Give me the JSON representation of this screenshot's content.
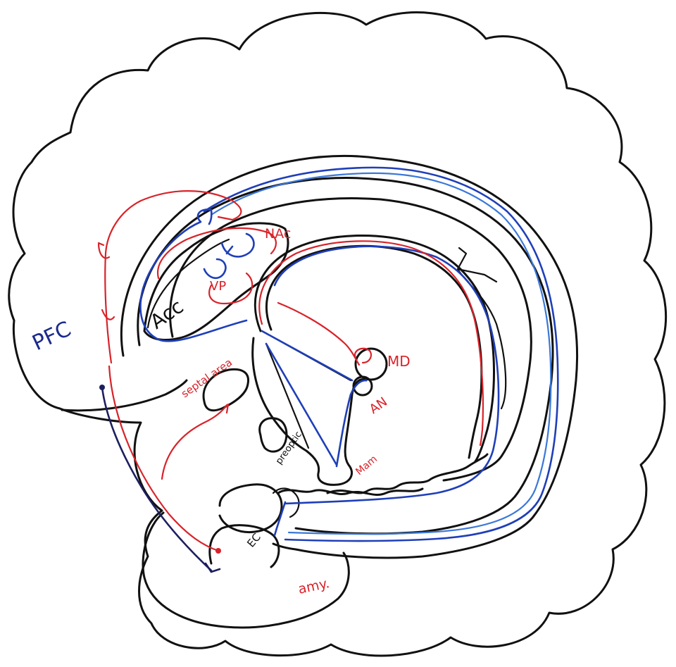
{
  "labels": {
    "pfc": "PFC",
    "acc": "Acc",
    "nac": "NAc",
    "vp": "VP",
    "septal": "septal area",
    "md": "MD",
    "an": "AN",
    "mam": "Mam",
    "preoptic": "preoptic",
    "ec": "EC",
    "amy": "amy."
  },
  "colors": {
    "outline": "#111111",
    "pathway_red": "#d8232a",
    "pathway_blue": "#1f3fb8",
    "label_blue": "#1b2a8c"
  }
}
